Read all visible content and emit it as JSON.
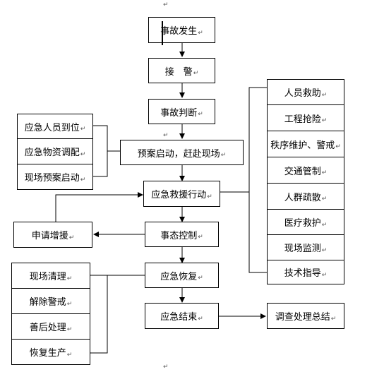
{
  "nodes": {
    "accident": "事故发生",
    "alarm": "接　警",
    "judge": "事故判断",
    "plan_start": "预案启动，赶赴现场",
    "rescue": "应急救援行动",
    "control": "事态控制",
    "recover": "应急恢复",
    "end": "应急结束",
    "support": "申请增援",
    "investigate": "调查处理总结"
  },
  "left_group": [
    "应急人员到位",
    "应急物资调配",
    "现场预案启动"
  ],
  "right_group": [
    "人员救助",
    "工程抢险",
    "秩序维护、警戒",
    "交通管制",
    "人群疏散",
    "医疗救护",
    "现场监测",
    "技术指导"
  ],
  "recovery_group": [
    "现场清理",
    "解除警戒",
    "善后处理",
    "恢复生产"
  ],
  "paragraph_mark": "↵"
}
